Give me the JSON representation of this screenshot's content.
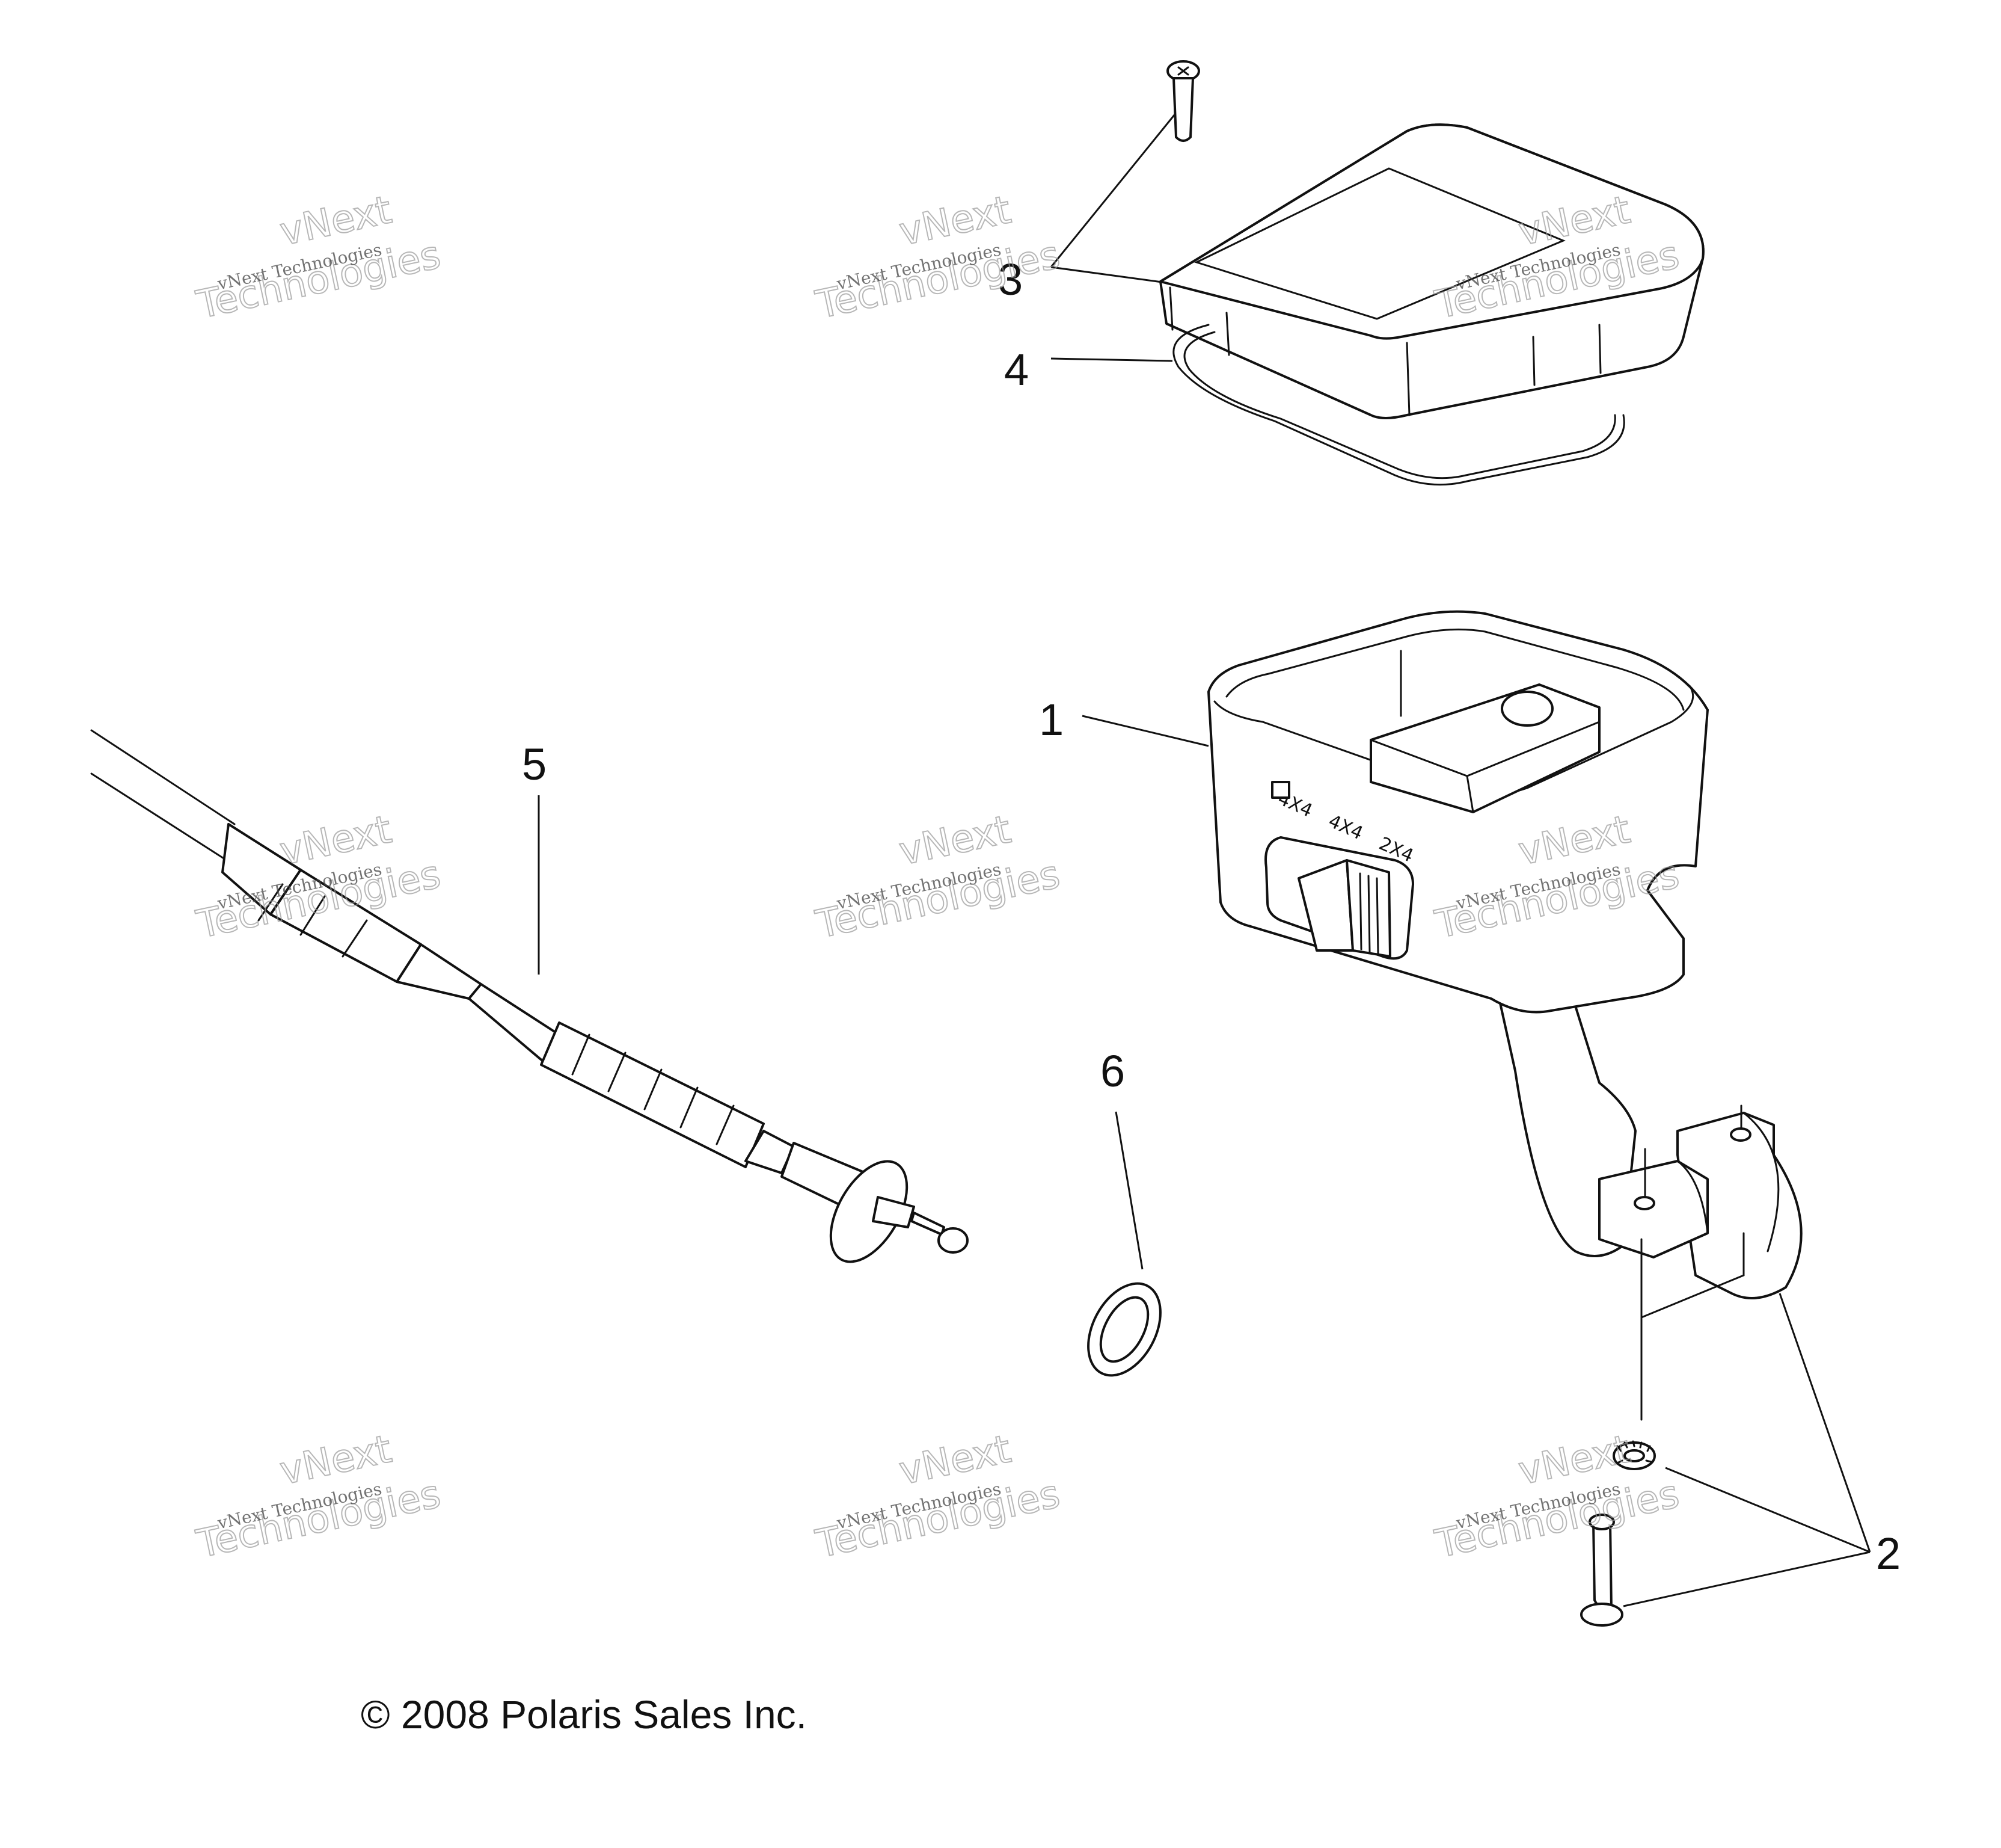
{
  "callouts": {
    "c1": "1",
    "c2": "2",
    "c3": "3",
    "c4": "4",
    "c5": "5",
    "c6": "6"
  },
  "switch_markings": {
    "mode_a": "4X4",
    "mode_b": "4X4",
    "mode_c": "2X4"
  },
  "watermark": {
    "line1": "vNext Technologies",
    "line2": "vNext",
    "line3": "Technologies"
  },
  "copyright": "© 2008 Polaris Sales Inc."
}
